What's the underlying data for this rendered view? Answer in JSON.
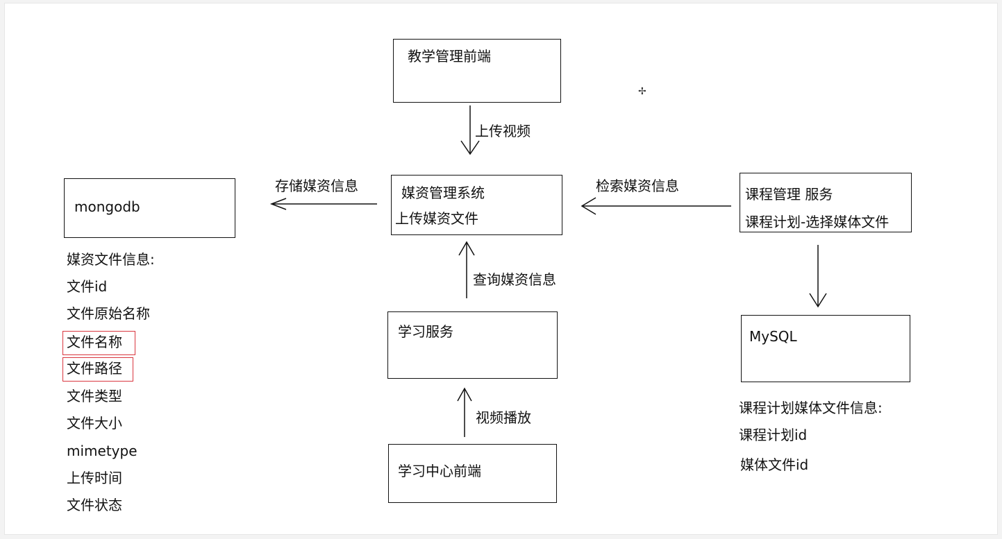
{
  "nodes": {
    "teaching_frontend": "教学管理前端",
    "media_system_line1": "媒资管理系统",
    "media_system_line2": "上传媒资文件",
    "mongodb": "mongodb",
    "course_service_line1": "课程管理 服务",
    "course_service_line2": "课程计划-选择媒体文件",
    "mysql": "MySQL",
    "learning_service": "学习服务",
    "learning_frontend": "学习中心前端"
  },
  "edges": {
    "upload_video": "上传视频",
    "store_media_info": "存储媒资信息",
    "search_media_info": "检索媒资信息",
    "query_media_info": "查询媒资信息",
    "video_play": "视频播放"
  },
  "mongodb_fields": {
    "heading": "媒资文件信息:",
    "items": [
      "文件id",
      "文件原始名称",
      "文件名称",
      "文件路径",
      "文件类型",
      "文件大小",
      "mimetype",
      "上传时间",
      "文件状态"
    ]
  },
  "mysql_fields": {
    "heading": "课程计划媒体文件信息:",
    "items": [
      "课程计划id",
      "媒体文件id"
    ]
  },
  "colors": {
    "highlight": "#d9363e",
    "line": "#111111"
  }
}
